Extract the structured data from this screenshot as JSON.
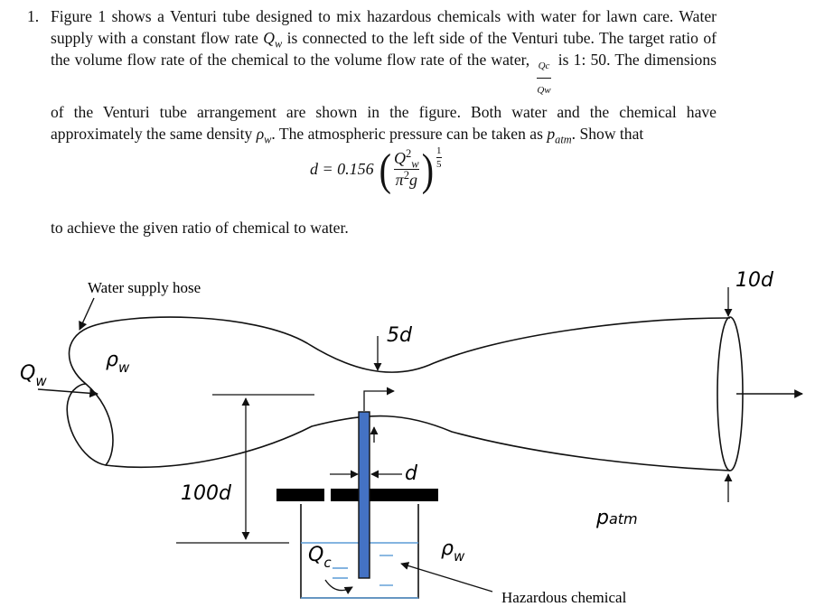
{
  "problem": {
    "number": "1.",
    "intro": "Figure 1 shows a Venturi tube designed to mix hazardous chemicals with water for lawn care. Water supply with a constant flow rate ",
    "qw": "Q",
    "qw_sub": "w",
    "mid1": " is connected to the left side of the Venturi tube. The target ratio of the volume flow rate of the chemical to the volume flow rate of the water, ",
    "ratio_num": "Qc",
    "ratio_den": "Qw",
    "mid2": " is 1: 50. The dimensions of the Venturi tube arrangement are shown in the figure. Both water and the chemical have approximately the same density ",
    "rho": "ρ",
    "rho_sub": "w",
    "mid3": ". The atmospheric pressure can be taken as ",
    "patm": "p",
    "patm_sub": "atm",
    "end": ". Show that"
  },
  "equation": {
    "lhs": "d = 0.156",
    "num": "Q",
    "num_sup": "2",
    "num_sub": "w",
    "den": "π",
    "den_sup": "2",
    "den_g": "g",
    "exp_num": "1",
    "exp_den": "5"
  },
  "after_equation": "to achieve the given ratio of chemical to water.",
  "figure": {
    "water_supply_hose": "Water supply hose",
    "qw_label": "Q",
    "qw_sub": "w",
    "rho_label": "ρ",
    "rho_sub": "w",
    "throat_label": "5d",
    "exit_label": "10d",
    "height_label": "100d",
    "tube_label": "d",
    "qc_label": "Q",
    "qc_sub": "c",
    "rho2_label": "ρ",
    "rho2_sub": "w",
    "patm_label": "p",
    "patm_sub": "atm",
    "hazardous_label": "Hazardous chemical"
  },
  "colors": {
    "tube_blue": "#4472c4",
    "liquid_blue": "#5b9bd5",
    "line": "#111111"
  }
}
